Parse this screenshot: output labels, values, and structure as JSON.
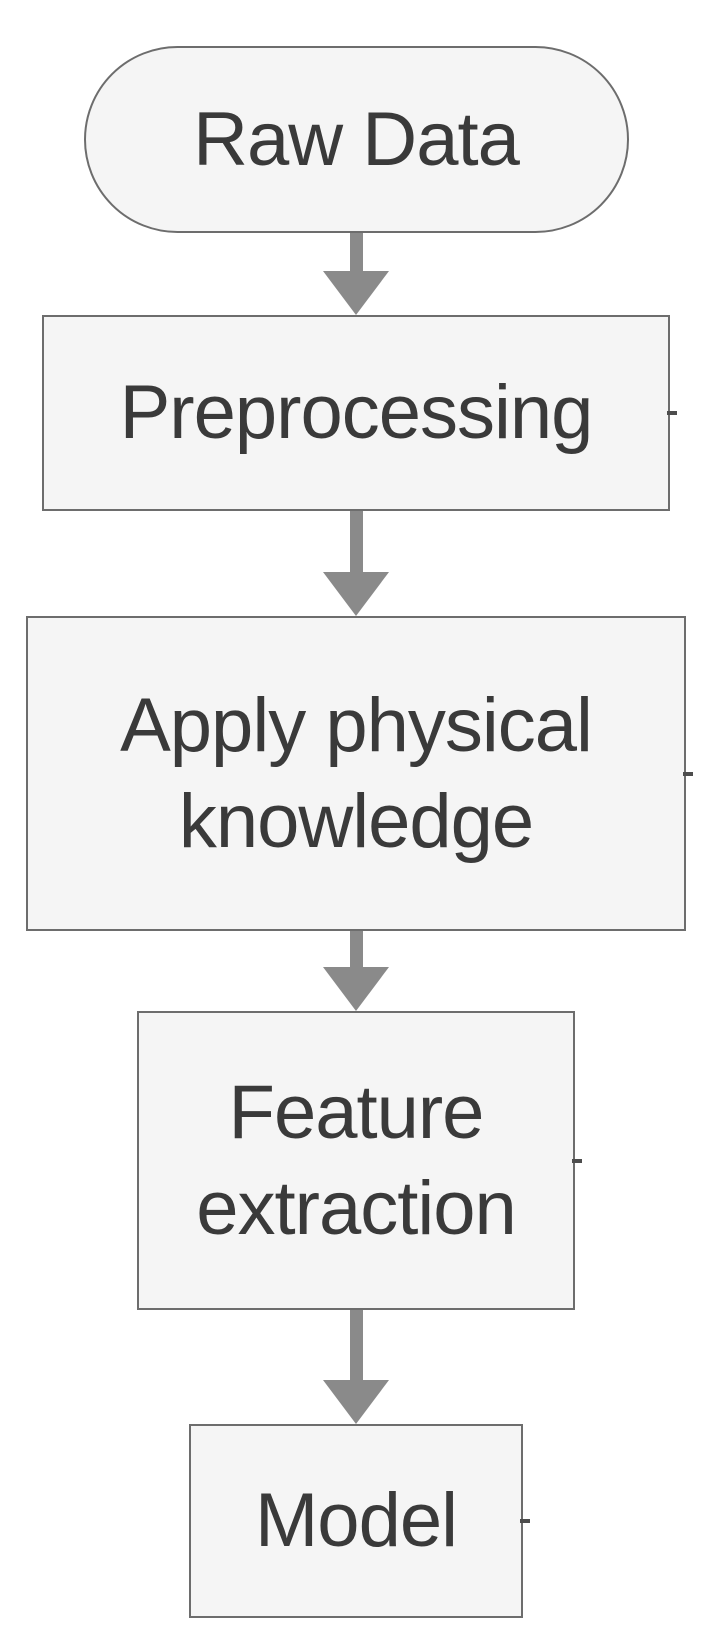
{
  "diagram": {
    "type": "flowchart",
    "direction": "top-down",
    "nodes": [
      {
        "id": "raw-data",
        "label": "Raw Data",
        "shape": "stadium"
      },
      {
        "id": "preprocessing",
        "label": "Preprocessing",
        "shape": "rect"
      },
      {
        "id": "apply-physical-knowledge",
        "label": "Apply physical knowledge",
        "shape": "rect"
      },
      {
        "id": "feature-extraction",
        "label": "Feature extraction",
        "shape": "rect"
      },
      {
        "id": "model",
        "label": "Model",
        "shape": "rect"
      }
    ],
    "edges": [
      {
        "from": "raw-data",
        "to": "preprocessing",
        "style": "arrow-down"
      },
      {
        "from": "preprocessing",
        "to": "apply-physical-knowledge",
        "style": "arrow-down"
      },
      {
        "from": "apply-physical-knowledge",
        "to": "feature-extraction",
        "style": "arrow-down"
      },
      {
        "from": "feature-extraction",
        "to": "model",
        "style": "arrow-down"
      }
    ],
    "colors": {
      "fill": "#f5f5f5",
      "stroke": "#6d6d6d",
      "text": "#3a3a3a",
      "arrow": "#8a8a8a",
      "background": "#ffffff"
    }
  }
}
